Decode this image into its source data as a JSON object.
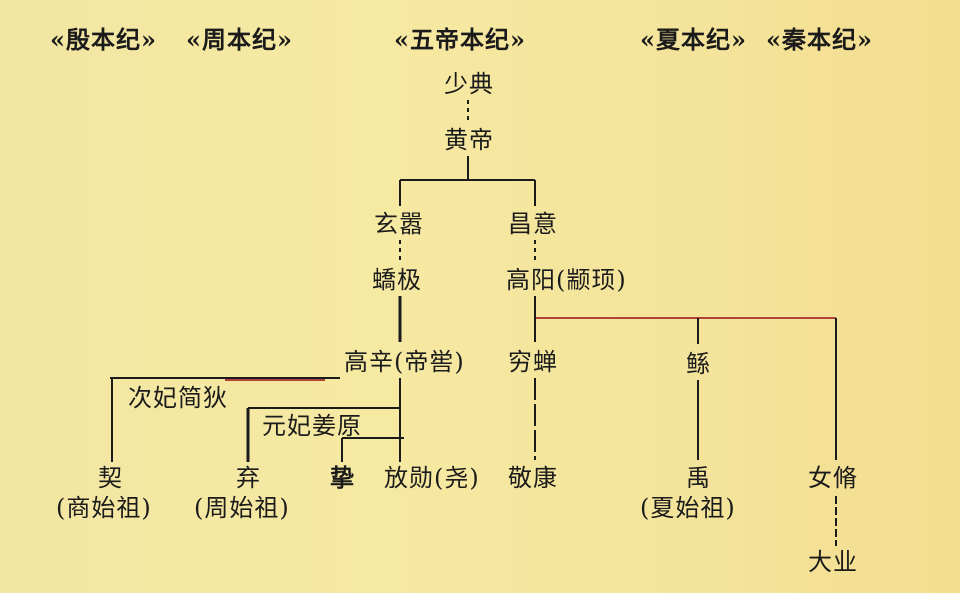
{
  "headers": {
    "yin": "«殷本纪»",
    "zhou": "«周本纪»",
    "wudi": "«五帝本纪»",
    "xia": "«夏本纪»",
    "qin": "«秦本纪»"
  },
  "nodes": {
    "shaodian": "少典",
    "huangdi": "黄帝",
    "xuanxiao": "玄嚣",
    "changyi": "昌意",
    "jiaoji": "蟜极",
    "gaoyang": "高阳(颛顼)",
    "gaoxin": "高辛(帝喾)",
    "qiongchan": "穷蝉",
    "gun": "鲧",
    "cifei": "次妃简狄",
    "yuanfei": "元妃姜原",
    "xie": "契",
    "xie_note": "(商始祖)",
    "qi": "弃",
    "qi_note": "(周始祖)",
    "zhi": "挚",
    "fangxun": "放勋(尧)",
    "jingkang": "敬康",
    "yu": "禹",
    "yu_note": "(夏始祖)",
    "nvxiu": "女脩",
    "daye": "大业"
  }
}
